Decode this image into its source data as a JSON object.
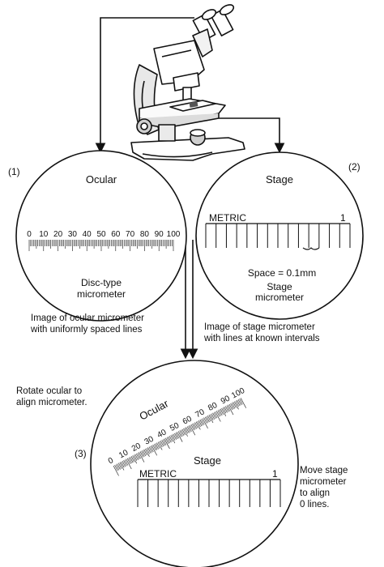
{
  "panel1": {
    "number": "(1)",
    "title": "Ocular",
    "scale_labels": [
      "0",
      "10",
      "20",
      "30",
      "40",
      "50",
      "60",
      "70",
      "80",
      "90",
      "100"
    ],
    "caption_line1": "Disc-type",
    "caption_line2": "micrometer"
  },
  "panel2": {
    "number": "(2)",
    "title": "Stage",
    "metric_label": "METRIC",
    "end_label": "1",
    "space_label": "Space = 0.1mm",
    "caption_line1": "Stage",
    "caption_line2": "micrometer"
  },
  "panel3": {
    "number": "(3)",
    "ocular_title": "Ocular",
    "stage_title": "Stage",
    "scale_labels": [
      "0",
      "10",
      "20",
      "30",
      "40",
      "50",
      "60",
      "70",
      "80",
      "90",
      "100"
    ],
    "metric_label": "METRIC",
    "end_label": "1"
  },
  "captions": {
    "ocular_image_1": "Image of ocular micrometer",
    "ocular_image_2": "with uniformly spaced lines",
    "stage_image_1": "Image of stage micrometer",
    "stage_image_2": "with lines at known intervals",
    "rotate_1": "Rotate ocular to",
    "rotate_2": "align micrometer.",
    "move_1": "Move stage",
    "move_2": "micrometer",
    "move_3": "to align",
    "move_4": "0 lines."
  }
}
